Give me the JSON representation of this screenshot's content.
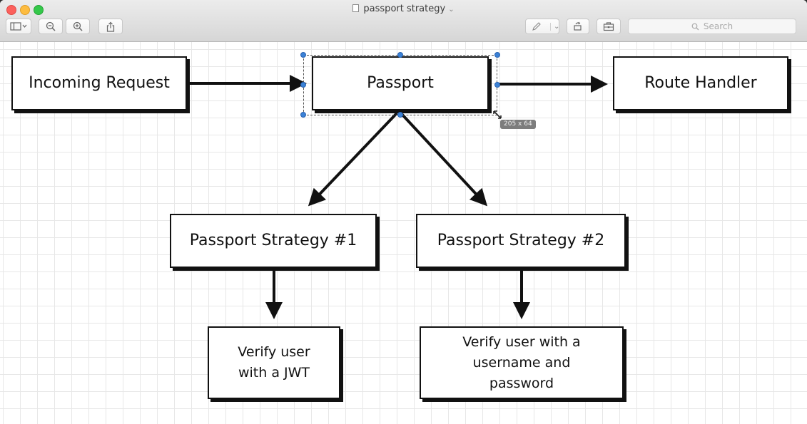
{
  "window": {
    "title": "passport strategy"
  },
  "toolbar": {
    "sidebar_icon": "sidebar-toggle-icon",
    "zoom_out_icon": "zoom-out-icon",
    "zoom_in_icon": "zoom-in-icon",
    "share_icon": "share-icon",
    "markup_icon": "pen-icon",
    "rotate_icon": "rotate-icon",
    "toolbox_icon": "toolbox-icon",
    "search_placeholder": "Search"
  },
  "diagram": {
    "nodes": {
      "incoming_request": "Incoming Request",
      "passport": "Passport",
      "route_handler": "Route Handler",
      "strategy_1": "Passport Strategy #1",
      "strategy_2": "Passport Strategy #2",
      "verify_jwt_line1": "Verify user",
      "verify_jwt_line2": "with a JWT",
      "verify_pw_line1": "Verify user with a",
      "verify_pw_line2": "username and",
      "verify_pw_line3": "password"
    },
    "selection": {
      "size_label": "205 x 64"
    }
  },
  "colors": {
    "selection_handle": "#3b82d6",
    "ink": "#111111"
  }
}
